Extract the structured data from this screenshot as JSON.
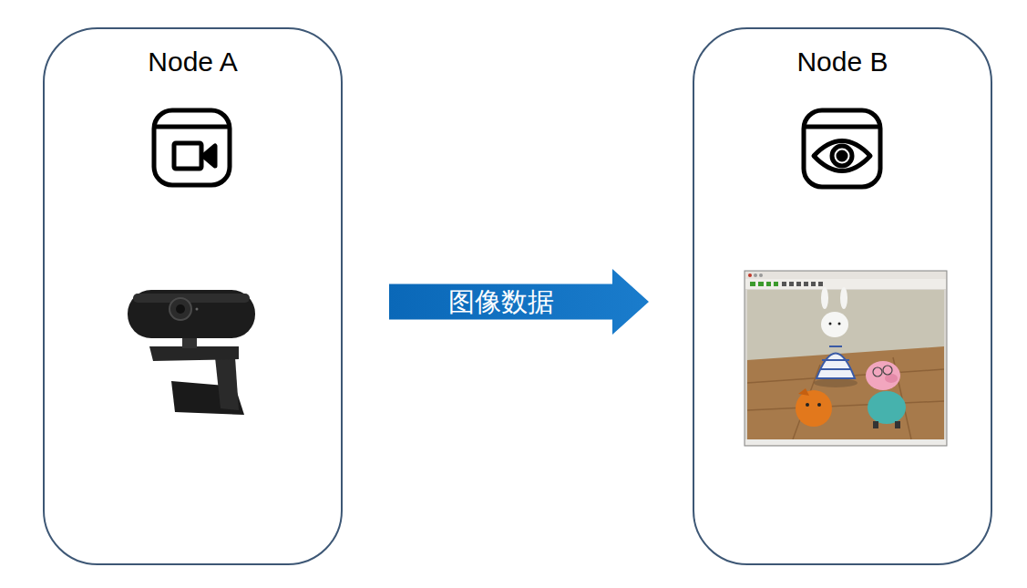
{
  "diagram": {
    "nodes": [
      {
        "text": [
          "Node A"
        ]
      },
      {
        "text": [
          "Node B"
        ]
      }
    ],
    "edges": [
      {
        "from": 0,
        "to": 1,
        "arrow": "to",
        "label": "图像数据"
      }
    ]
  }
}
